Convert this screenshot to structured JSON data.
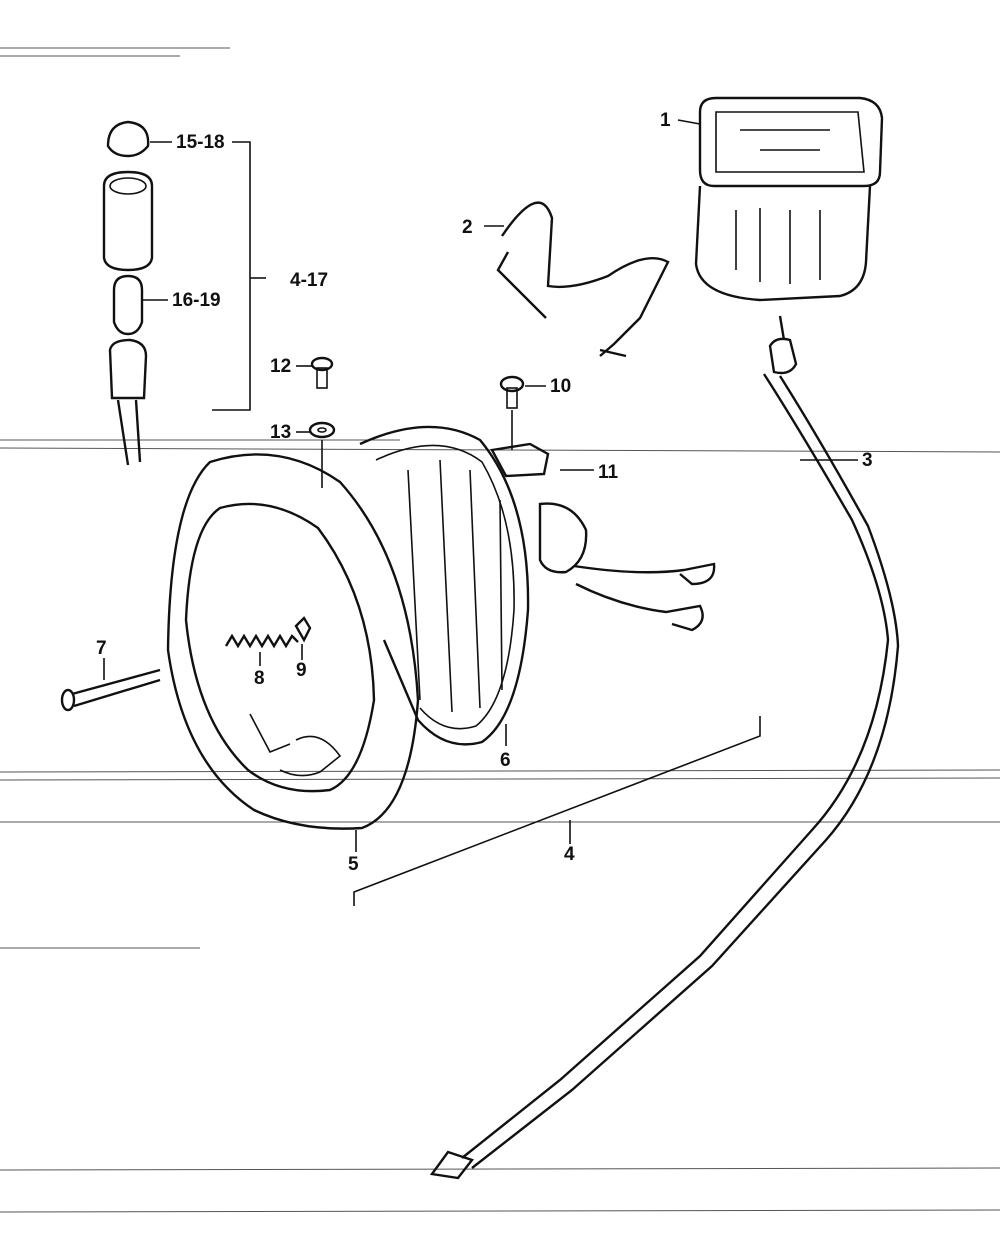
{
  "diagram": {
    "callouts": {
      "p1": "1",
      "p2": "2",
      "p3": "3",
      "p4_bracket": "4",
      "p4_17": "4-17",
      "p5": "5",
      "p6": "6",
      "p7": "7",
      "p8": "8",
      "p9": "9",
      "p10": "10",
      "p11": "11",
      "p12": "12",
      "p13": "13",
      "p15_18": "15-18",
      "p16_19": "16-19"
    }
  }
}
